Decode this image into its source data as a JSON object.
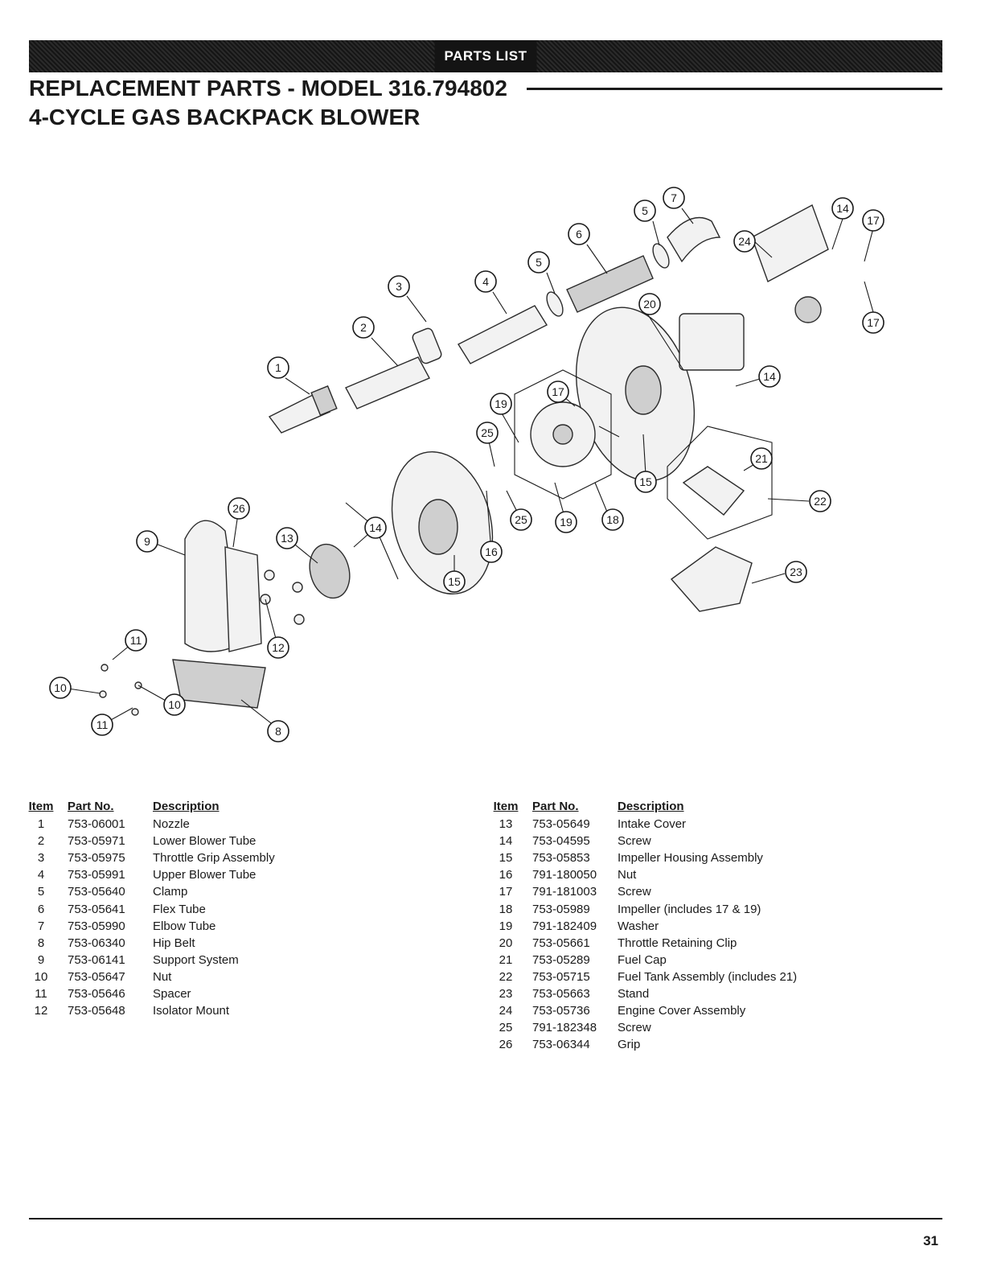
{
  "header": {
    "banner": "PARTS LIST",
    "title_line1": "REPLACEMENT PARTS - MODEL 316.794802",
    "title_line2": "4-CYCLE GAS BACKPACK BLOWER"
  },
  "columns": {
    "item": "Item",
    "part_no": "Part No.",
    "description": "Description"
  },
  "parts_left": [
    {
      "item": "1",
      "part_no": "753-06001",
      "description": "Nozzle"
    },
    {
      "item": "2",
      "part_no": "753-05971",
      "description": "Lower Blower Tube"
    },
    {
      "item": "3",
      "part_no": "753-05975",
      "description": "Throttle Grip Assembly"
    },
    {
      "item": "4",
      "part_no": "753-05991",
      "description": "Upper Blower Tube"
    },
    {
      "item": "5",
      "part_no": "753-05640",
      "description": "Clamp"
    },
    {
      "item": "6",
      "part_no": "753-05641",
      "description": "Flex Tube"
    },
    {
      "item": "7",
      "part_no": "753-05990",
      "description": "Elbow Tube"
    },
    {
      "item": "8",
      "part_no": "753-06340",
      "description": "Hip Belt"
    },
    {
      "item": "9",
      "part_no": "753-06141",
      "description": "Support System"
    },
    {
      "item": "10",
      "part_no": "753-05647",
      "description": "Nut"
    },
    {
      "item": "11",
      "part_no": "753-05646",
      "description": "Spacer"
    },
    {
      "item": "12",
      "part_no": "753-05648",
      "description": "Isolator Mount"
    }
  ],
  "parts_right": [
    {
      "item": "13",
      "part_no": "753-05649",
      "description": "Intake Cover"
    },
    {
      "item": "14",
      "part_no": "753-04595",
      "description": "Screw"
    },
    {
      "item": "15",
      "part_no": "753-05853",
      "description": "Impeller Housing Assembly"
    },
    {
      "item": "16",
      "part_no": "791-180050",
      "description": "Nut"
    },
    {
      "item": "17",
      "part_no": "791-181003",
      "description": "Screw"
    },
    {
      "item": "18",
      "part_no": "753-05989",
      "description": "Impeller (includes 17 & 19)"
    },
    {
      "item": "19",
      "part_no": "791-182409",
      "description": "Washer"
    },
    {
      "item": "20",
      "part_no": "753-05661",
      "description": "Throttle Retaining Clip"
    },
    {
      "item": "21",
      "part_no": "753-05289",
      "description": "Fuel Cap"
    },
    {
      "item": "22",
      "part_no": "753-05715",
      "description": "Fuel Tank Assembly (includes 21)"
    },
    {
      "item": "23",
      "part_no": "753-05663",
      "description": "Stand"
    },
    {
      "item": "24",
      "part_no": "753-05736",
      "description": "Engine Cover Assembly"
    },
    {
      "item": "25",
      "part_no": "791-182348",
      "description": "Screw"
    },
    {
      "item": "26",
      "part_no": "753-06344",
      "description": "Grip"
    }
  ],
  "callouts": [
    "1",
    "2",
    "3",
    "4",
    "5",
    "5",
    "6",
    "7",
    "8",
    "9",
    "10",
    "10",
    "11",
    "11",
    "12",
    "13",
    "14",
    "14",
    "14",
    "15",
    "15",
    "16",
    "17",
    "17",
    "17",
    "18",
    "19",
    "19",
    "20",
    "21",
    "22",
    "23",
    "24",
    "25",
    "25",
    "26"
  ],
  "footer": {
    "page_number": "31"
  }
}
